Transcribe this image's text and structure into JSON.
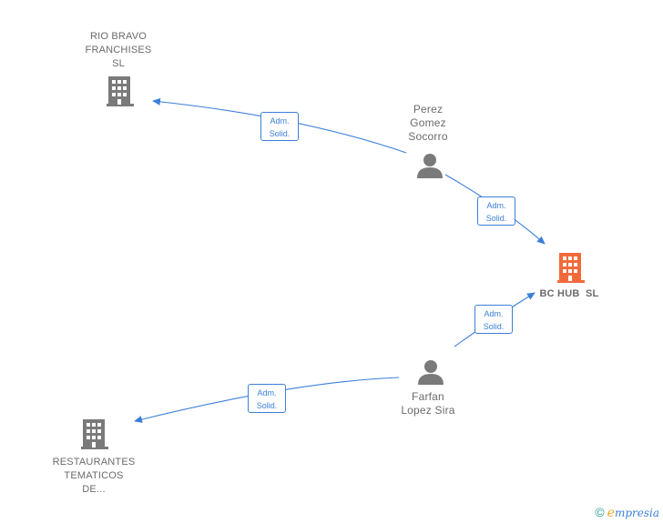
{
  "nodes": {
    "rio_bravo": {
      "name_lines": [
        "RIO BRAVO",
        "FRANCHISES",
        "SL"
      ],
      "kind": "company",
      "color": "#7a7a7a"
    },
    "perez": {
      "name_lines": [
        "Perez",
        "Gomez",
        "Socorro"
      ],
      "kind": "person",
      "color": "#7a7a7a"
    },
    "bc_hub": {
      "name_lines": [
        "BC HUB  SL"
      ],
      "kind": "company",
      "color": "#f26a3a"
    },
    "farfan": {
      "name_lines": [
        "Farfan",
        "Lopez Sira"
      ],
      "kind": "person",
      "color": "#7a7a7a"
    },
    "restaurantes": {
      "name_lines": [
        "RESTAURANTES",
        "TEMATICOS",
        "DE..."
      ],
      "kind": "company",
      "color": "#7a7a7a"
    }
  },
  "edges": [
    {
      "from": "perez",
      "to": "rio_bravo",
      "label": [
        "Adm.",
        "Solid."
      ]
    },
    {
      "from": "perez",
      "to": "bc_hub",
      "label": [
        "Adm.",
        "Solid."
      ]
    },
    {
      "from": "farfan",
      "to": "bc_hub",
      "label": [
        "Adm.",
        "Solid."
      ]
    },
    {
      "from": "farfan",
      "to": "restaurantes",
      "label": [
        "Adm.",
        "Solid."
      ]
    }
  ],
  "colors": {
    "edge": "#3b7fd8",
    "text": "#6b6b6b",
    "highlight": "#f26a3a"
  },
  "footer": {
    "copyright": "©",
    "brand_initial": "e",
    "brand_rest": "mpresia"
  }
}
